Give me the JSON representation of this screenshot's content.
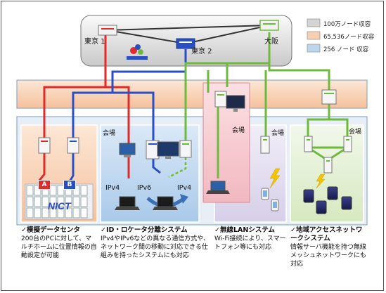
{
  "legend": [
    {
      "text": "100万ノード収容",
      "color": "#d4d4d4"
    },
    {
      "text": "65,536ノード収容",
      "color": "#f7cfb1"
    },
    {
      "text": "256 ノード 収容",
      "color": "#bcd6ee"
    }
  ],
  "core_nodes": {
    "tokyo1": "東京 1",
    "tokyo2": "東京 2",
    "osaka": "大阪"
  },
  "venue_label": "会場",
  "ip_labels": {
    "left": "IPv4",
    "middle": "IPv6",
    "right": "IPv4"
  },
  "badges": {
    "a": "A",
    "b": "B"
  },
  "captions": {
    "sim": {
      "title": "✓模擬データセンタ",
      "body": "200台のPCに対して、マルチホームに位置情報の自動設定が可能"
    },
    "id": {
      "title": "✓ID・ロケータ分離システム",
      "body": "IPv4やIPv6などの異なる通信方式や、ネットワーク間の移動に対応できる仕組みを持ったシステムにも対応"
    },
    "wlan": {
      "title": "✓無線LANシステム",
      "body": "Wi-Fi接続により、スマートフォン等にも対応"
    },
    "regional": {
      "title": "✓地域アクセスネットワークシステム",
      "body": "情報サーバ機能を持つ無線メッシュネットワークにも対応"
    }
  },
  "colors": {
    "red": "#e32a2a",
    "blue": "#2a4fc4",
    "green": "#6cbb3c",
    "core_gray": "#d4d4d4",
    "orange_band": "#f7cfb1",
    "blue_zone": "#bcd6ee",
    "pink_zone": "#f5c9cf",
    "lilac_zone": "#e1dbee",
    "green_zone": "#e4f0d4"
  }
}
